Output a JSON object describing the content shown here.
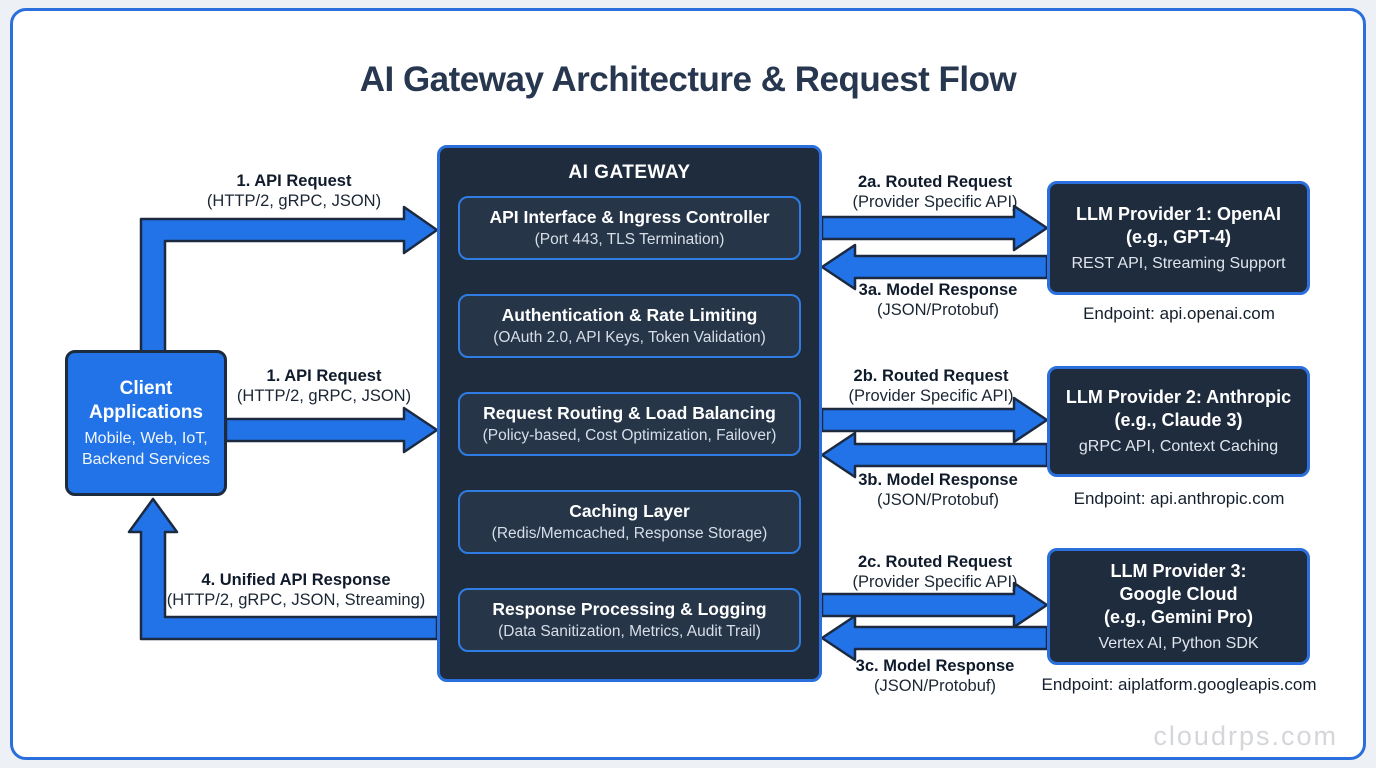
{
  "page": {
    "title": "AI Gateway Architecture & Request Flow",
    "watermark": "cloudrps.com"
  },
  "client": {
    "title": "Client\nApplications",
    "subtitle": "Mobile, Web, IoT,\nBackend Services"
  },
  "gateway": {
    "title": "AI GATEWAY",
    "layers": [
      {
        "title": "API Interface & Ingress Controller",
        "subtitle": "(Port 443, TLS Termination)"
      },
      {
        "title": "Authentication & Rate Limiting",
        "subtitle": "(OAuth 2.0, API Keys, Token Validation)"
      },
      {
        "title": "Request Routing & Load Balancing",
        "subtitle": "(Policy-based, Cost Optimization, Failover)"
      },
      {
        "title": "Caching Layer",
        "subtitle": "(Redis/Memcached, Response Storage)"
      },
      {
        "title": "Response Processing & Logging",
        "subtitle": "(Data Sanitization, Metrics, Audit Trail)"
      }
    ]
  },
  "providers": [
    {
      "title": "LLM Provider 1: OpenAI\n(e.g., GPT-4)",
      "subtitle": "REST API, Streaming Support",
      "endpoint": "Endpoint: api.openai.com"
    },
    {
      "title": "LLM Provider 2: Anthropic\n(e.g., Claude 3)",
      "subtitle": "gRPC API, Context Caching",
      "endpoint": "Endpoint: api.anthropic.com"
    },
    {
      "title": "LLM Provider 3:\nGoogle Cloud\n(e.g., Gemini Pro)",
      "subtitle": "Vertex AI, Python SDK",
      "endpoint": "Endpoint: aiplatform.googleapis.com"
    }
  ],
  "flows": [
    {
      "label": "1. API Request",
      "detail": "(HTTP/2, gRPC, JSON)"
    },
    {
      "label": "1. API Request",
      "detail": "(HTTP/2, gRPC, JSON)"
    },
    {
      "label": "2a. Routed Request",
      "detail": "(Provider Specific API)"
    },
    {
      "label": "3a. Model Response",
      "detail": "(JSON/Protobuf)"
    },
    {
      "label": "2b. Routed Request",
      "detail": "(Provider Specific API)"
    },
    {
      "label": "3b. Model Response",
      "detail": "(JSON/Protobuf)"
    },
    {
      "label": "2c. Routed Request",
      "detail": "(Provider Specific API)"
    },
    {
      "label": "3c. Model Response",
      "detail": "(JSON/Protobuf)"
    },
    {
      "label": "4. Unified API Response",
      "detail": "(HTTP/2, gRPC, JSON, Streaming)"
    }
  ],
  "colors": {
    "accent_blue": "#2273e8",
    "panel_dark": "#1f2c3e",
    "panel_inner": "#263648",
    "border_blue": "#2a6fdb",
    "arrow_gray": "#c2cad5",
    "title_text": "#26374f"
  }
}
